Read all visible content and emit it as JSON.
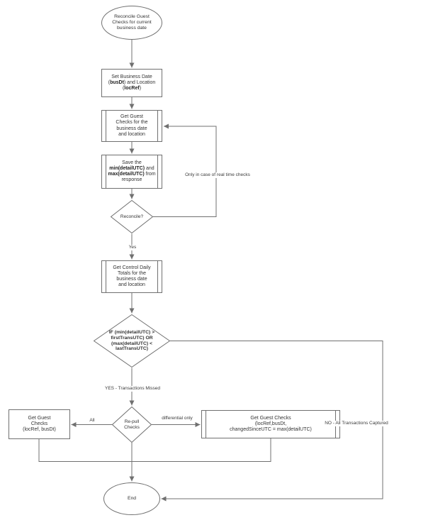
{
  "diagram": {
    "nodes": {
      "start": {
        "label": "Reconcile Guest\nChecks for current\nbusiness date"
      },
      "set_busdt": {
        "seg1": "Set Business Date\n(",
        "bold1": "busDt",
        "seg2": ") and Location\n(",
        "bold2": "locRef",
        "seg3": ")"
      },
      "get_checks": {
        "label": "Get Guest\nChecks for the\nbusiness date\nand location"
      },
      "save_minmax": {
        "seg1": "Save the\n",
        "bold1": "min(detailUTC)",
        "seg2": " and\n",
        "bold2": "max(detailUTC)",
        "seg3": " from\nresponse"
      },
      "reconcile": {
        "label": "Reconcile?"
      },
      "get_totals": {
        "label": "Get Control Daily\nTotals for the\nbusiness date\nand location"
      },
      "if_check": {
        "label": "IF (min(detailUTC) >\nfirstTransUTC) OR\n(max(detailUTC) <\nlastTransUTC)"
      },
      "repull": {
        "label": "Re-pull\nChecks"
      },
      "get_all": {
        "label": "Get Guest\nChecks\n(locRef, busDt)"
      },
      "get_diff": {
        "label": "Get Guest Checks\n(locRef,busDt,\nchangedSinceUTC = max(detailUTC)"
      },
      "end": {
        "label": "End"
      }
    },
    "edge_labels": {
      "realtime": "Only in case of real time checks",
      "yes": "Yes",
      "yes_missed": "YES - Transactions Missed",
      "no_captured": "NO - All Transactions Captured",
      "all": "All",
      "differential": "differential only"
    }
  }
}
